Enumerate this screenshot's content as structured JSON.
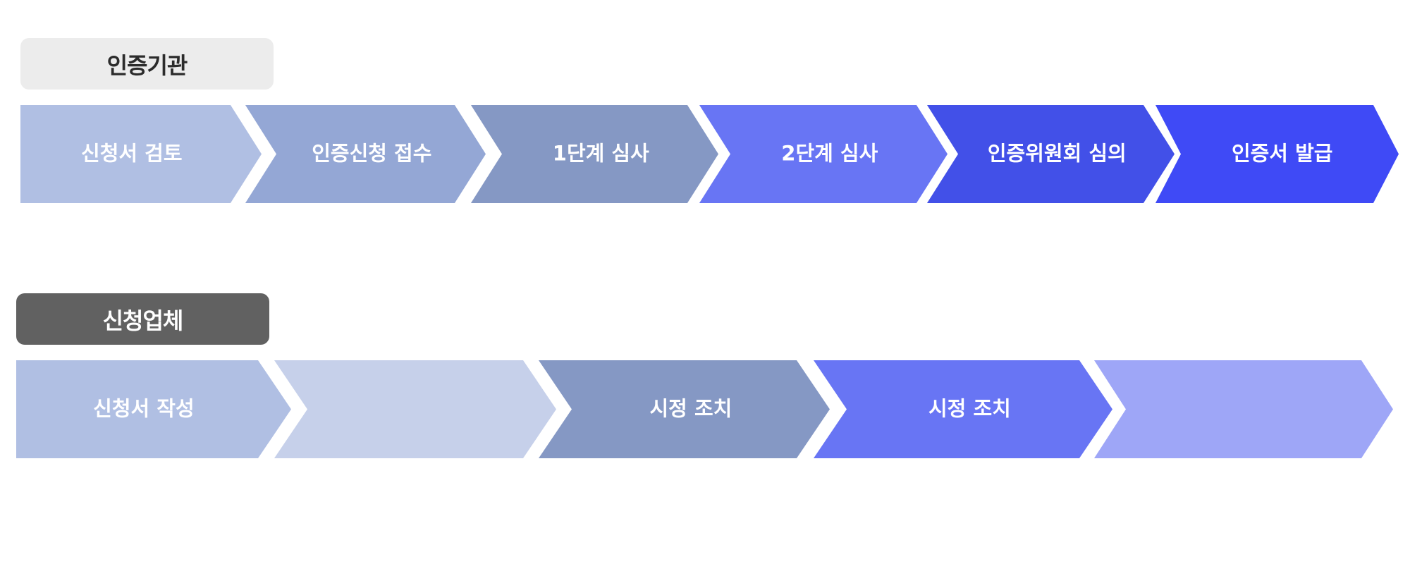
{
  "agency": {
    "header": "인증기관",
    "steps": [
      {
        "label": "신청서 검토",
        "color": "#b0bfe3"
      },
      {
        "label": "인증신청 접수",
        "color": "#94a7d5"
      },
      {
        "label": "1단계 심사",
        "color": "#8598c4"
      },
      {
        "label": "2단계 심사",
        "color": "#6875f4"
      },
      {
        "label": "인증위원회 심의",
        "color": "#4250e8"
      },
      {
        "label": "인증서 발급",
        "color": "#3f4af6"
      }
    ]
  },
  "applicant": {
    "header": "신청업체",
    "steps": [
      {
        "label": "신청서 작성",
        "color": "#b0bfe3"
      },
      {
        "label": "",
        "color": "#c6d0ea"
      },
      {
        "label": "시정 조치",
        "color": "#8598c4"
      },
      {
        "label": "시정 조치",
        "color": "#6875f4"
      },
      {
        "label": "",
        "color": "#9ea6f7"
      }
    ]
  }
}
